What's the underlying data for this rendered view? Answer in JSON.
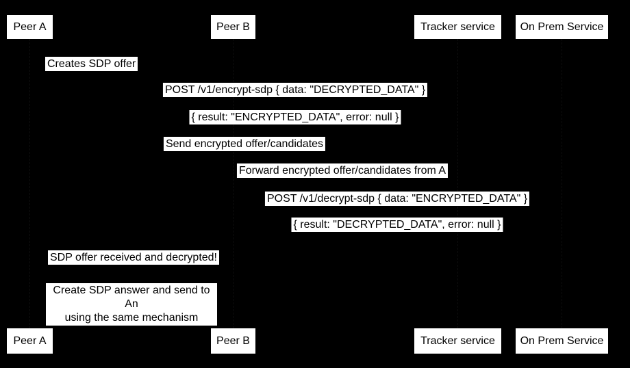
{
  "diagram": {
    "type": "sequence-diagram",
    "colors": {
      "background": "#000000",
      "box_fill": "#ffffff",
      "text": "#000000"
    },
    "actors": [
      {
        "label": "Peer A"
      },
      {
        "label": "Peer B"
      },
      {
        "label": "Tracker service"
      },
      {
        "label": "On Prem Service"
      }
    ],
    "messages": [
      {
        "label": "Creates SDP offer",
        "from": "Peer A",
        "to": "Peer A"
      },
      {
        "label": "POST /v1/encrypt-sdp { data: \"DECRYPTED_DATA\" }",
        "from": "Peer A",
        "to": "On Prem Service"
      },
      {
        "label": "{ result: \"ENCRYPTED_DATA\", error: null }",
        "from": "On Prem Service",
        "to": "Peer A"
      },
      {
        "label": "Send encrypted offer/candidates",
        "from": "Peer A",
        "to": "Tracker service"
      },
      {
        "label": "Forward encrypted offer/candidates from A",
        "from": "Tracker service",
        "to": "Peer B"
      },
      {
        "label": "POST /v1/decrypt-sdp { data: \"ENCRYPTED_DATA\" }",
        "from": "Peer B",
        "to": "On Prem Service"
      },
      {
        "label": "{ result: \"DECRYPTED_DATA\", error: null }",
        "from": "On Prem Service",
        "to": "Peer B"
      },
      {
        "label": "SDP offer received and decrypted!",
        "from": "Peer B",
        "to": "Peer A"
      }
    ],
    "note": {
      "lines": [
        "Create SDP answer and send to An",
        "using the same mechanism"
      ]
    }
  }
}
